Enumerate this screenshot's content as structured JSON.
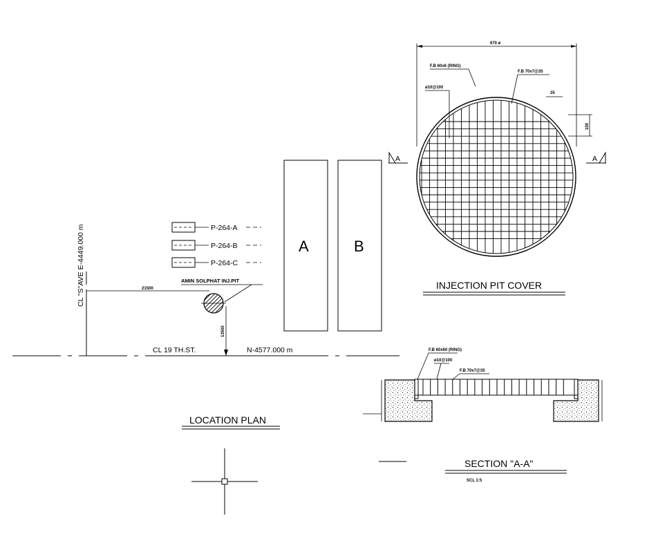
{
  "location_plan": {
    "vertical_axis_label": "CL \"S\"AVE E-4449.000 m",
    "horizontal_axis_label": "CL 19 TH.ST.",
    "northing_label": "N-4577.000 m",
    "pumps": [
      "P-264-A",
      "P-264-B",
      "P-264-C"
    ],
    "pit_label": "AMIN SOLPHAT INJ.PIT",
    "dim_horizontal": "21500",
    "dim_vertical": "13500",
    "tank_a": "A",
    "tank_b": "B",
    "title": "LOCATION PLAN"
  },
  "pit_cover": {
    "dim_diameter": "670 ø",
    "note_ring": "F.B 60x6 (RING)",
    "note_bars": "F.B 70x7@35",
    "note_rod": "ø10@100",
    "dim_pitch": "35",
    "dim_spacing": "100",
    "section_mark_left": "A",
    "section_mark_right": "A",
    "title": "INJECTION PIT COVER"
  },
  "section": {
    "note_ring": "F.B 60x60 (RING)",
    "note_rod": "ø10@100",
    "note_bars": "F.B 70x7@35",
    "title": "SECTION \"A-A\"",
    "scale": "SCL 1:5"
  }
}
